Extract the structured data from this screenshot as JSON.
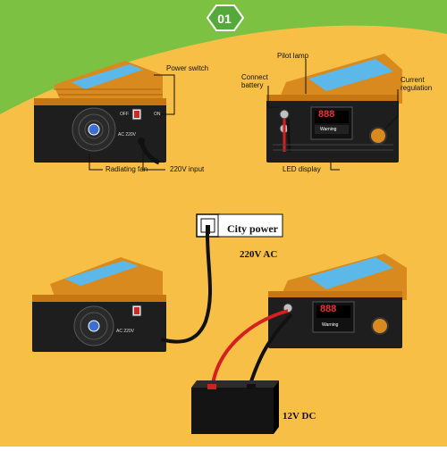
{
  "badge": {
    "number": "01"
  },
  "top_left": {
    "power_switch": "Power switch",
    "radiating_fan": "Radiating fan",
    "input_220v": "220V input",
    "panel_ac": "AC 220V",
    "panel_off": "OFF",
    "panel_on": "ON"
  },
  "top_right": {
    "pilot_lamp": "Pilot lamp",
    "connect_battery": "Connect\nbattery",
    "current_regulation": "Current\nregulation",
    "led_display": "LED display",
    "display_digits": "888",
    "display_warning": "Warning"
  },
  "bottom": {
    "city_power": "City power",
    "voltage_ac": "220V AC",
    "voltage_dc": "12V DC",
    "panel_ac": "AC 220V",
    "display_digits": "888",
    "display_warning": "Warning"
  },
  "colors": {
    "background": "#F7BF45",
    "green_band": "#7DC142",
    "device_body": "#1E1E1E",
    "fin_orange": "#D98A1E",
    "label_blue": "#5BB8E8",
    "red_wire": "#D42020",
    "black_wire": "#111111"
  }
}
